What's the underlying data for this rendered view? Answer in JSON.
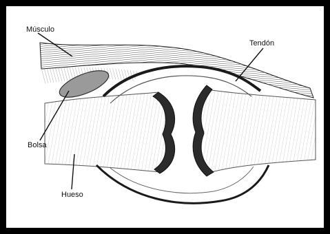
{
  "labels": {
    "musculo": "Músculo",
    "tendon": "Tendón",
    "bolsa": "Bolsa",
    "hueso": "Hueso"
  },
  "colors": {
    "frame": "#000000",
    "ink": "#1a1a1a",
    "background": "#ffffff"
  }
}
